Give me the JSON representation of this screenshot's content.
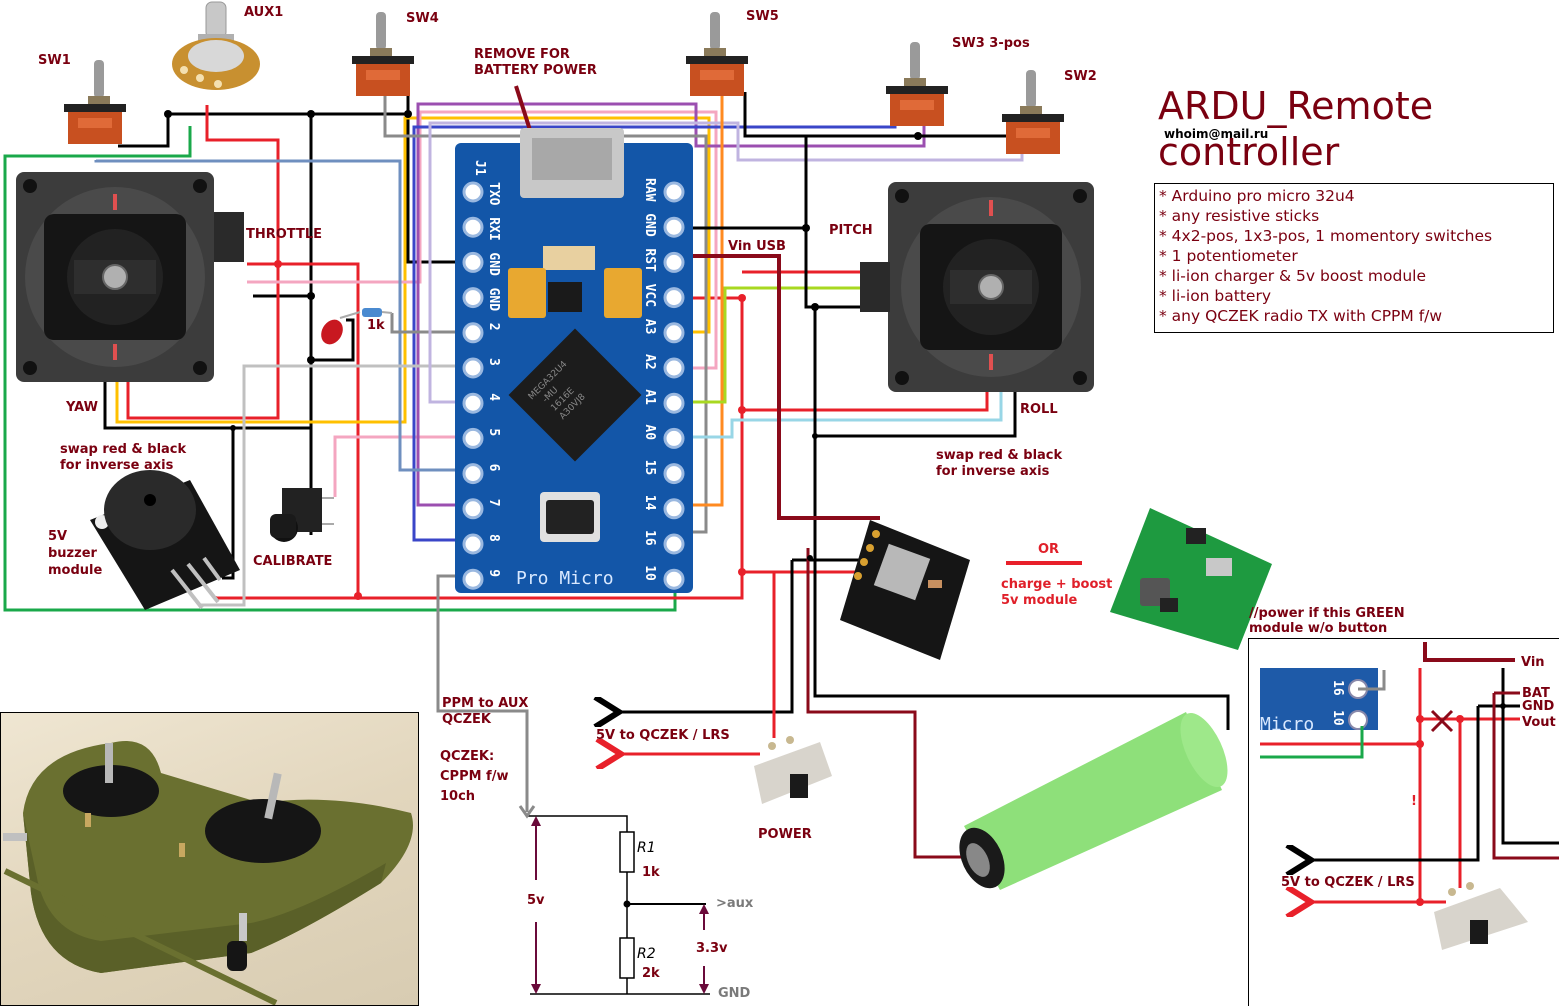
{
  "title": {
    "line1": "ARDU_Remote",
    "email": "whoim@mail.ru",
    "line2": "controller"
  },
  "features": [
    "* Arduino pro micro 32u4",
    "* any resistive sticks",
    "* 4x2-pos, 1x3-pos, 1 momentory switches",
    "* 1 potentiometer",
    "* li-ion charger & 5v boost module",
    "* li-ion battery",
    "* any QCZEK radio TX with CPPM f/w"
  ],
  "switches": {
    "sw1": "SW1",
    "aux1": "AUX1",
    "sw4": "SW4",
    "sw5": "SW5",
    "sw3": "SW3 3-pos",
    "sw2": "SW2"
  },
  "notes": {
    "remove_usb_1": "REMOVE FOR",
    "remove_usb_2": "BATTERY POWER",
    "vin_usb": "Vin USB",
    "throttle": "THROTTLE",
    "yaw": "YAW",
    "pitch": "PITCH",
    "roll": "ROLL",
    "swap_left_1": "swap red & black",
    "swap_left_2": "for inverse axis",
    "swap_right_1": "swap red & black",
    "swap_right_2": "for inverse axis",
    "resistor": "1k",
    "buzzer_1": "5V",
    "buzzer_2": "buzzer",
    "buzzer_3": "module",
    "calibrate": "CALIBRATE",
    "or": "OR",
    "charge_1": "charge + boost",
    "charge_2": "5v module",
    "green_note_1": "//power if this GREEN",
    "green_note_2": "module w/o button",
    "ppm_1": "PPM to AUX",
    "ppm_2": "QCZEK",
    "qczek_1": "QCZEK:",
    "qczek_2": "CPPM f/w",
    "qczek_3": "10ch",
    "five_v_qczek": "5V to QCZEK / LRS",
    "five_v_qczek_2": "5V to QCZEK / LRS",
    "power": "POWER",
    "exclaim": "!"
  },
  "green_module_pins": [
    "Vin",
    "BAT",
    "GND",
    "Vout"
  ],
  "board": {
    "name": "Pro Micro",
    "header": "J1",
    "left_pins": [
      "TXO",
      "RXI",
      "GND",
      "GND",
      "2",
      "3",
      "4",
      "5",
      "6",
      "7",
      "8",
      "9"
    ],
    "right_pins": [
      "RAW",
      "GND",
      "RST",
      "VCC",
      "A3",
      "A2",
      "A1",
      "A0",
      "15",
      "14",
      "16",
      "10"
    ],
    "chip_text": [
      "MEGA32U4",
      "-MU",
      "1616E",
      "A30VJ8"
    ],
    "mini_pins": [
      "16",
      "10"
    ],
    "mini_label": "Micro"
  },
  "divider": {
    "v_in": "5v",
    "r1": "R1",
    "r1_value": "1k",
    "r2": "R2",
    "r2_value": "2k",
    "v_out": "3.3v",
    "aux": ">aux",
    "gnd": "GND"
  },
  "colors": {
    "label_dark_red": "#7a0010",
    "label_red": "#e0202a",
    "wire_red": "#e8202a",
    "wire_black": "#000000",
    "wire_green": "#1aa84a",
    "wire_yellow": "#ffc000",
    "wire_pink": "#f4a6c0",
    "wire_purple": "#9b4fb0",
    "wire_blue": "#3a46c8",
    "wire_steel": "#6f8fbf",
    "wire_gray": "#8a8a8a",
    "wire_light_gray": "#c0c0c0",
    "wire_lavender": "#c0b4e0",
    "wire_orange": "#ff8a20",
    "wire_lime": "#a8d820",
    "wire_cyan": "#98d6e6",
    "wire_maroon": "#8a0a1a",
    "pcb_blue": "#1356a8"
  }
}
